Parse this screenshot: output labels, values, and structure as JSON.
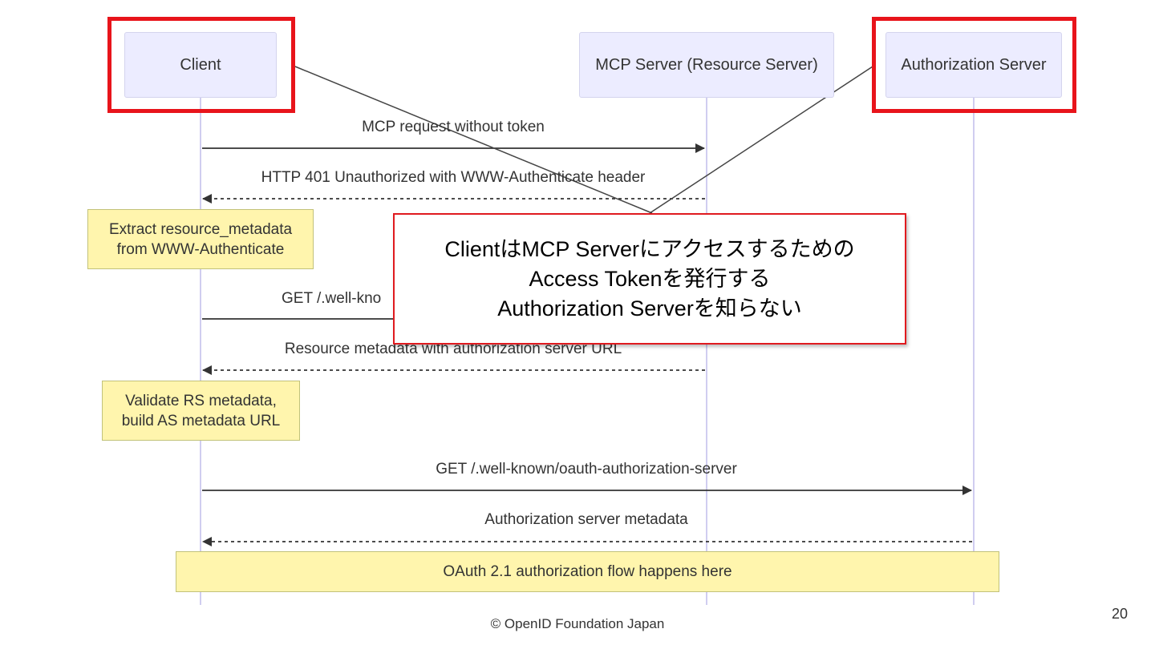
{
  "participants": {
    "client": "Client",
    "mcp_server": "MCP Server (Resource Server)",
    "auth_server": "Authorization Server"
  },
  "messages": [
    {
      "label": "MCP request without token",
      "from": "Client",
      "to": "MCP Server (Resource Server)",
      "style": "solid"
    },
    {
      "label": "HTTP 401 Unauthorized with WWW-Authenticate header",
      "from": "MCP Server (Resource Server)",
      "to": "Client",
      "style": "dashed"
    },
    {
      "label": "GET /.well-known/oauth-protected-resource",
      "visible_label": "GET /.well-kno",
      "from": "Client",
      "to": "MCP Server (Resource Server)",
      "style": "solid"
    },
    {
      "label": "Resource metadata with authorization server URL",
      "from": "MCP Server (Resource Server)",
      "to": "Client",
      "style": "dashed"
    },
    {
      "label": "GET /.well-known/oauth-authorization-server",
      "from": "Client",
      "to": "Authorization Server",
      "style": "solid"
    },
    {
      "label": "Authorization server metadata",
      "from": "Authorization Server",
      "to": "Client",
      "style": "dashed"
    }
  ],
  "notes": {
    "extract": [
      "Extract resource_metadata",
      "from WWW-Authenticate"
    ],
    "validate": [
      "Validate RS metadata,",
      "build AS metadata URL"
    ],
    "oauth": "OAuth 2.1 authorization flow happens here"
  },
  "callout": {
    "lines": [
      "ClientはMCP Serverにアクセスするための",
      "Access Tokenを発行する",
      "Authorization Serverを知らない"
    ],
    "border_color": "#e01a1f"
  },
  "colors": {
    "highlight": "#e8141b",
    "actor_fill": "#ececff",
    "note_fill": "#fff5ad",
    "lifeline": "#d0cdf0",
    "arrow": "#333333"
  },
  "footer": "© OpenID Foundation Japan",
  "page_number": "20"
}
